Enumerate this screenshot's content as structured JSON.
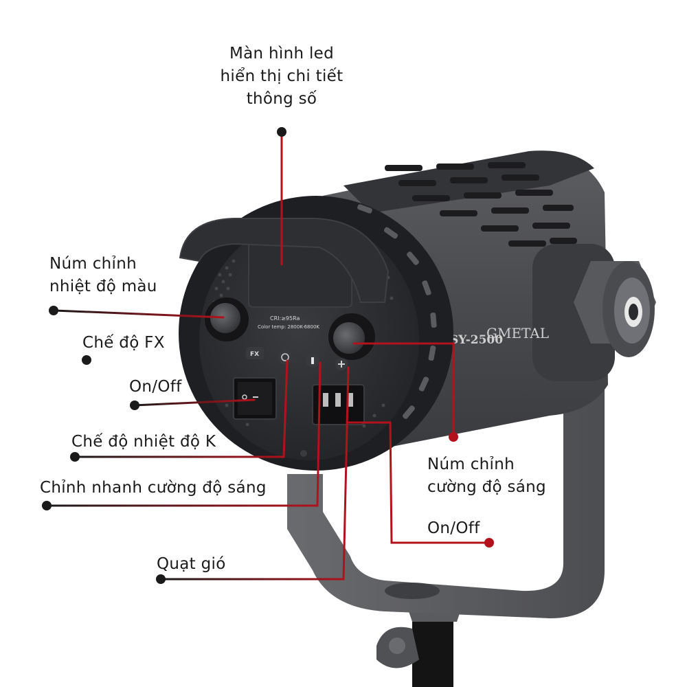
{
  "labels": {
    "led_screen": "Màn hình led\nhiển thị chi tiết\nthông số",
    "color_temp_knob": "Núm chỉnh\nnhiệt độ màu",
    "fx_mode": "Chế độ FX",
    "on_off_left": "On/Off",
    "k_temp_mode": "Chế độ nhiệt độ K",
    "quick_brightness": "Chỉnh nhanh cường độ sáng",
    "fan": "Quạt gió",
    "brightness_knob": "Núm chỉnh\ncường độ sáng",
    "on_off_right": "On/Off"
  },
  "device": {
    "model": "SY-2500",
    "brand": "GMETAL",
    "panel_cri": "CRI:≥95Ra",
    "panel_color_temp": "Color temp: 2800K-6800K",
    "fx_button": "FX"
  },
  "colors": {
    "accent_red": "#b3121c",
    "leader_dark": "#1a1a1a",
    "body_grey": "#4a4b4f",
    "body_dark": "#2a2b2e"
  }
}
